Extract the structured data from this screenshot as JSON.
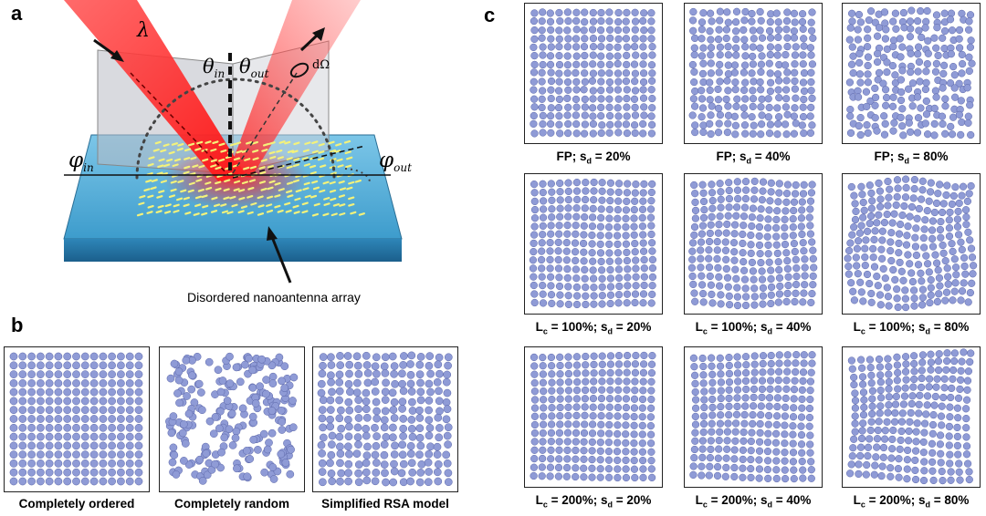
{
  "panels": {
    "a": "a",
    "b": "b",
    "c": "c"
  },
  "panel_a": {
    "lambda": "λ",
    "theta_in": "θ",
    "theta_in_sub": "in",
    "theta_out": "θ",
    "theta_out_sub": "out",
    "d_omega": "dΩ",
    "phi_in": "φ",
    "phi_in_sub": "in",
    "phi_out": "φ",
    "phi_out_sub": "out",
    "array_label": "Disordered nanoantenna array"
  },
  "panel_b": {
    "items": [
      {
        "caption": "Completely ordered",
        "pattern": "ordered",
        "disorder": 0
      },
      {
        "caption": "Completely random",
        "pattern": "random",
        "disorder": 1
      },
      {
        "caption": "Simplified RSA model",
        "pattern": "rsa",
        "disorder": 0.6
      }
    ]
  },
  "panel_c": {
    "rows": [
      {
        "prefix": "FP",
        "sub": "",
        "cells": [
          {
            "sd": "20%",
            "lc": ""
          },
          {
            "sd": "40%",
            "lc": ""
          },
          {
            "sd": "80%",
            "lc": ""
          }
        ]
      },
      {
        "prefix": "L",
        "sub": "c",
        "cells": [
          {
            "sd": "20%",
            "lc": "100%"
          },
          {
            "sd": "40%",
            "lc": "100%"
          },
          {
            "sd": "80%",
            "lc": "100%"
          }
        ]
      },
      {
        "prefix": "L",
        "sub": "c",
        "cells": [
          {
            "sd": "20%",
            "lc": "200%"
          },
          {
            "sd": "40%",
            "lc": "200%"
          },
          {
            "sd": "80%",
            "lc": "200%"
          }
        ]
      }
    ],
    "disorder_values": [
      0.2,
      0.4,
      0.8
    ],
    "sd_label": "s",
    "sd_sub": "d"
  },
  "colors": {
    "sphere": "#8f9bd6",
    "sphere_edge": "#5a65a8",
    "beam": "#ff2a2a",
    "substrate": "#2f8fc0",
    "antenna": "#f4f27a"
  }
}
